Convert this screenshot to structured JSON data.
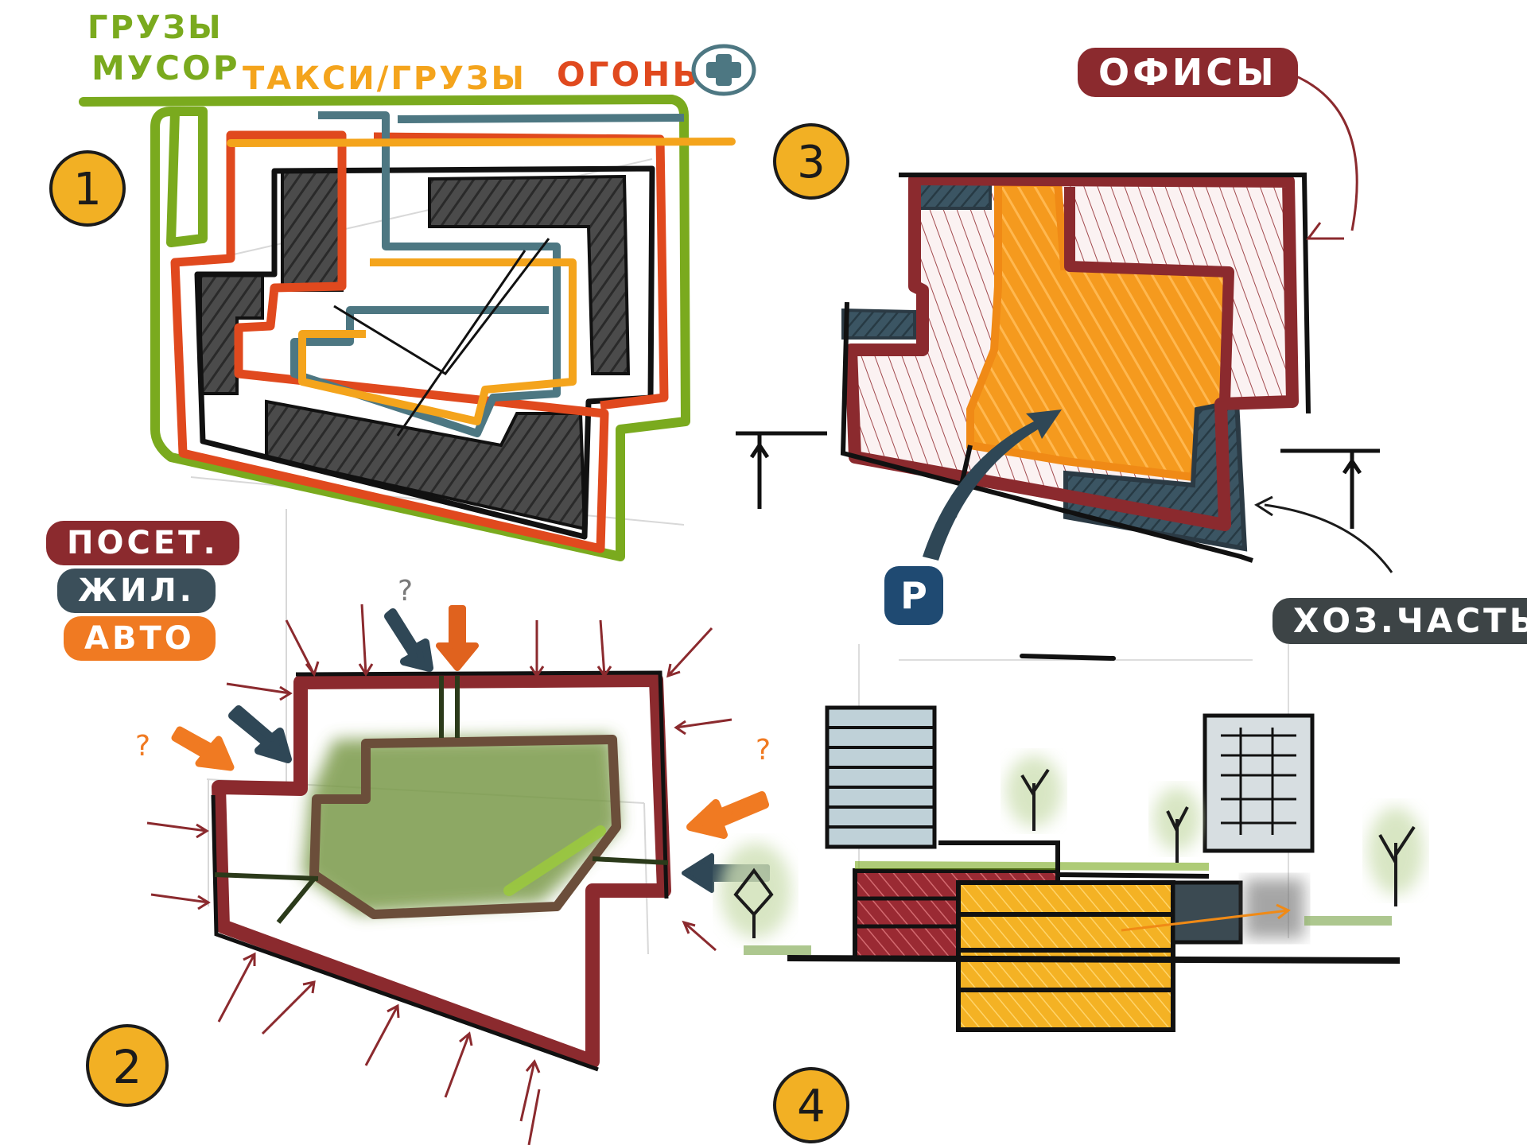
{
  "colors": {
    "green": "#7aaa1e",
    "orange_red": "#e0491e",
    "teal": "#4d7782",
    "yellow": "#f4a41c",
    "maroon": "#8b2a2e",
    "dark": "#2b2b2b",
    "blue_dark": "#2f4756",
    "park_green": "#6d8f43",
    "badge_yellow": "#f2b024",
    "parking_blue": "#1f4a72",
    "office_orange": "#f08a16"
  },
  "sketch1": {
    "number": "1",
    "legend_cargo": "ГРУЗЫ",
    "legend_garbage": "МУСОР",
    "legend_taxi_cargo": "ТАКСИ/ГРУЗЫ",
    "legend_fire": "ОГОНЬ",
    "medical_icon": "plus-in-circle-icon"
  },
  "legend": {
    "visitors": "ПОСЕТ.",
    "residential": "ЖИЛ.",
    "auto": "АВТО"
  },
  "sketch2": {
    "number": "2",
    "question_marks": [
      "?",
      "?",
      "?"
    ]
  },
  "sketch3": {
    "number": "3",
    "offices_label": "ОФИСЫ",
    "service_label": "ХОЗ.ЧАСТЬ",
    "parking_label": "P",
    "parking_icon": "parking-icon"
  },
  "sketch4": {
    "number": "4"
  }
}
